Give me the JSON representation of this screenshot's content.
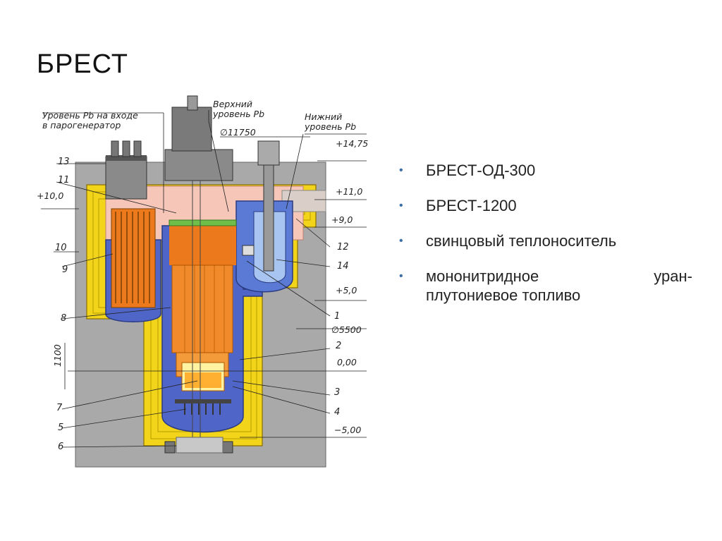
{
  "slide": {
    "title": "БРЕСТ"
  },
  "bullets": [
    "БРЕСТ-ОД-300",
    "БРЕСТ-1200",
    "свинцовый теплоноситель",
    {
      "line1_left": "мононитридное",
      "line1_right": "уран-",
      "line2": "плутониевое топливо"
    }
  ],
  "diagram": {
    "annotations": {
      "pb_level_inlet_1": "Уровень Pb на входе",
      "pb_level_inlet_2": "в парогенератор",
      "upper_level_1": "Верхний",
      "upper_level_2": "уровень Pb",
      "lower_level_1": "Нижний",
      "lower_level_2": "уровень Pb",
      "diameter_top": "∅11750",
      "diameter_mid": "∅5500",
      "height_dim": "1100"
    },
    "elevations": [
      "+14,75",
      "+11,0",
      "+10,0",
      "+9,0",
      "+5,0",
      "0,00",
      "−5,00"
    ],
    "callouts_left": [
      "13",
      "11",
      "10",
      "9",
      "8",
      "7",
      "5",
      "6"
    ],
    "callouts_right": [
      "12",
      "14",
      "1",
      "2",
      "3",
      "4"
    ],
    "colors": {
      "concrete": "#a9a9a9",
      "insulation": "#f2d51a",
      "coolant_blue": "#4f66c8",
      "core_orange": "#ec7a1c",
      "gas_pink": "#f6c7b8",
      "steel": "#8a8a8a"
    }
  }
}
